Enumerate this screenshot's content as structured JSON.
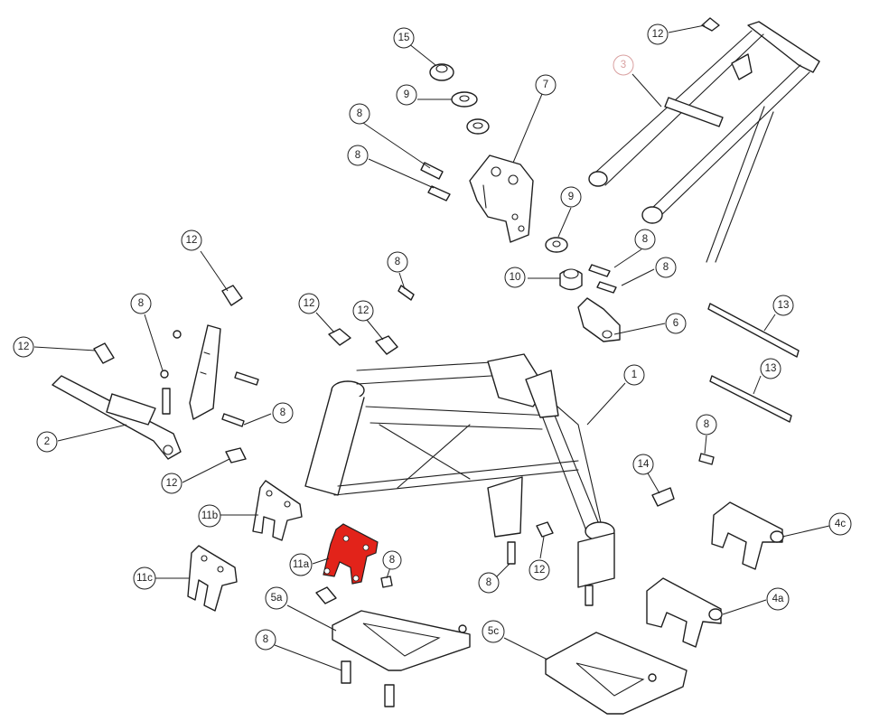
{
  "diagram": {
    "colors": {
      "line": "#1f1f1f",
      "background": "#ffffff",
      "highlight": "#e2231a",
      "callout_muted": "#d9a0a0"
    },
    "callouts": [
      {
        "id": "c-15-top",
        "label": "15"
      },
      {
        "id": "c-12-top",
        "label": "12"
      },
      {
        "id": "c-3",
        "label": "3",
        "muted": true
      },
      {
        "id": "c-9-top",
        "label": "9"
      },
      {
        "id": "c-7",
        "label": "7"
      },
      {
        "id": "c-8-a",
        "label": "8"
      },
      {
        "id": "c-8-b",
        "label": "8"
      },
      {
        "id": "c-9-mid",
        "label": "9"
      },
      {
        "id": "c-8-c",
        "label": "8"
      },
      {
        "id": "c-8-d",
        "label": "8"
      },
      {
        "id": "c-10",
        "label": "10"
      },
      {
        "id": "c-12-left-top",
        "label": "12"
      },
      {
        "id": "c-8-e",
        "label": "8"
      },
      {
        "id": "c-6",
        "label": "6"
      },
      {
        "id": "c-13-a",
        "label": "13"
      },
      {
        "id": "c-12-mid-a",
        "label": "12"
      },
      {
        "id": "c-12-mid-b",
        "label": "12"
      },
      {
        "id": "c-8-f",
        "label": "8"
      },
      {
        "id": "c-12-far-left",
        "label": "12"
      },
      {
        "id": "c-1",
        "label": "1"
      },
      {
        "id": "c-13-b",
        "label": "13"
      },
      {
        "id": "c-8-g",
        "label": "8"
      },
      {
        "id": "c-2",
        "label": "2"
      },
      {
        "id": "c-8-h",
        "label": "8"
      },
      {
        "id": "c-12-low-left",
        "label": "12"
      },
      {
        "id": "c-14",
        "label": "14"
      },
      {
        "id": "c-11b",
        "label": "11b"
      },
      {
        "id": "c-4c",
        "label": "4c"
      },
      {
        "id": "c-11a",
        "label": "11a"
      },
      {
        "id": "c-8-i",
        "label": "8"
      },
      {
        "id": "c-11c",
        "label": "11c"
      },
      {
        "id": "c-8-j",
        "label": "8"
      },
      {
        "id": "c-12-low-mid",
        "label": "12"
      },
      {
        "id": "c-5a",
        "label": "5a"
      },
      {
        "id": "c-4a",
        "label": "4a"
      },
      {
        "id": "c-5c",
        "label": "5c"
      },
      {
        "id": "c-8-k",
        "label": "8"
      }
    ]
  }
}
